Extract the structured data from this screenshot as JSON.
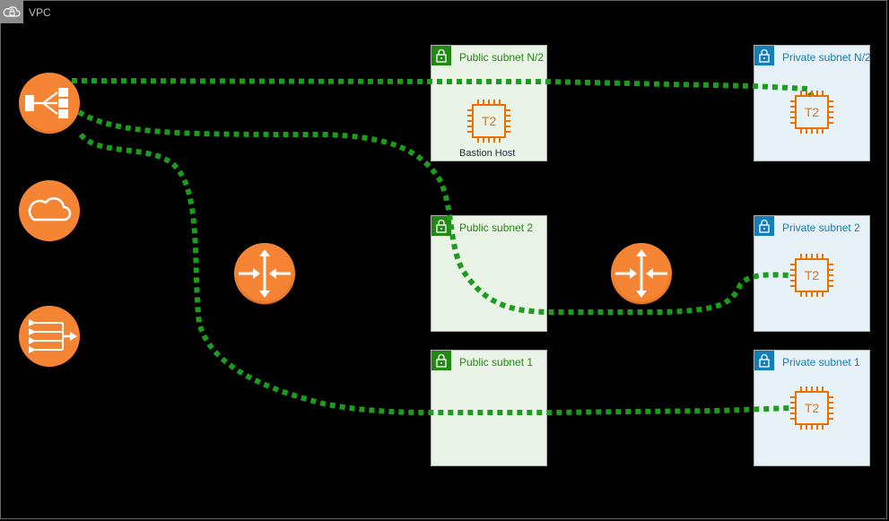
{
  "vpc": {
    "label": "VPC",
    "icon": "cloud-lock-icon"
  },
  "subnets": {
    "public_n2": {
      "title": "Public subnet N/2"
    },
    "public_2": {
      "title": "Public subnet 2"
    },
    "public_1": {
      "title": "Public subnet 1"
    },
    "private_n2": {
      "title": "Private subnet N/2"
    },
    "private_2": {
      "title": "Private subnet 2"
    },
    "private_1": {
      "title": "Private subnet 1"
    }
  },
  "instances": {
    "bastion": {
      "type": "T2",
      "label": "Bastion Host"
    },
    "private_n2": {
      "type": "T2"
    },
    "private_2": {
      "type": "T2"
    },
    "private_1": {
      "type": "T2"
    }
  },
  "services": {
    "load_balancer": {
      "icon": "elastic-load-balancer-icon"
    },
    "internet_gateway": {
      "icon": "internet-gateway-cloud-icon"
    },
    "nat_gateway": {
      "icon": "nat-gateway-icon"
    },
    "router_left": {
      "icon": "router-icon"
    },
    "router_right": {
      "icon": "router-icon"
    }
  },
  "colors": {
    "orange": "#ed7100",
    "service_circle": "#f58534",
    "public_green": "#248814",
    "private_blue": "#147eba",
    "connection": "#1c9c1c"
  }
}
